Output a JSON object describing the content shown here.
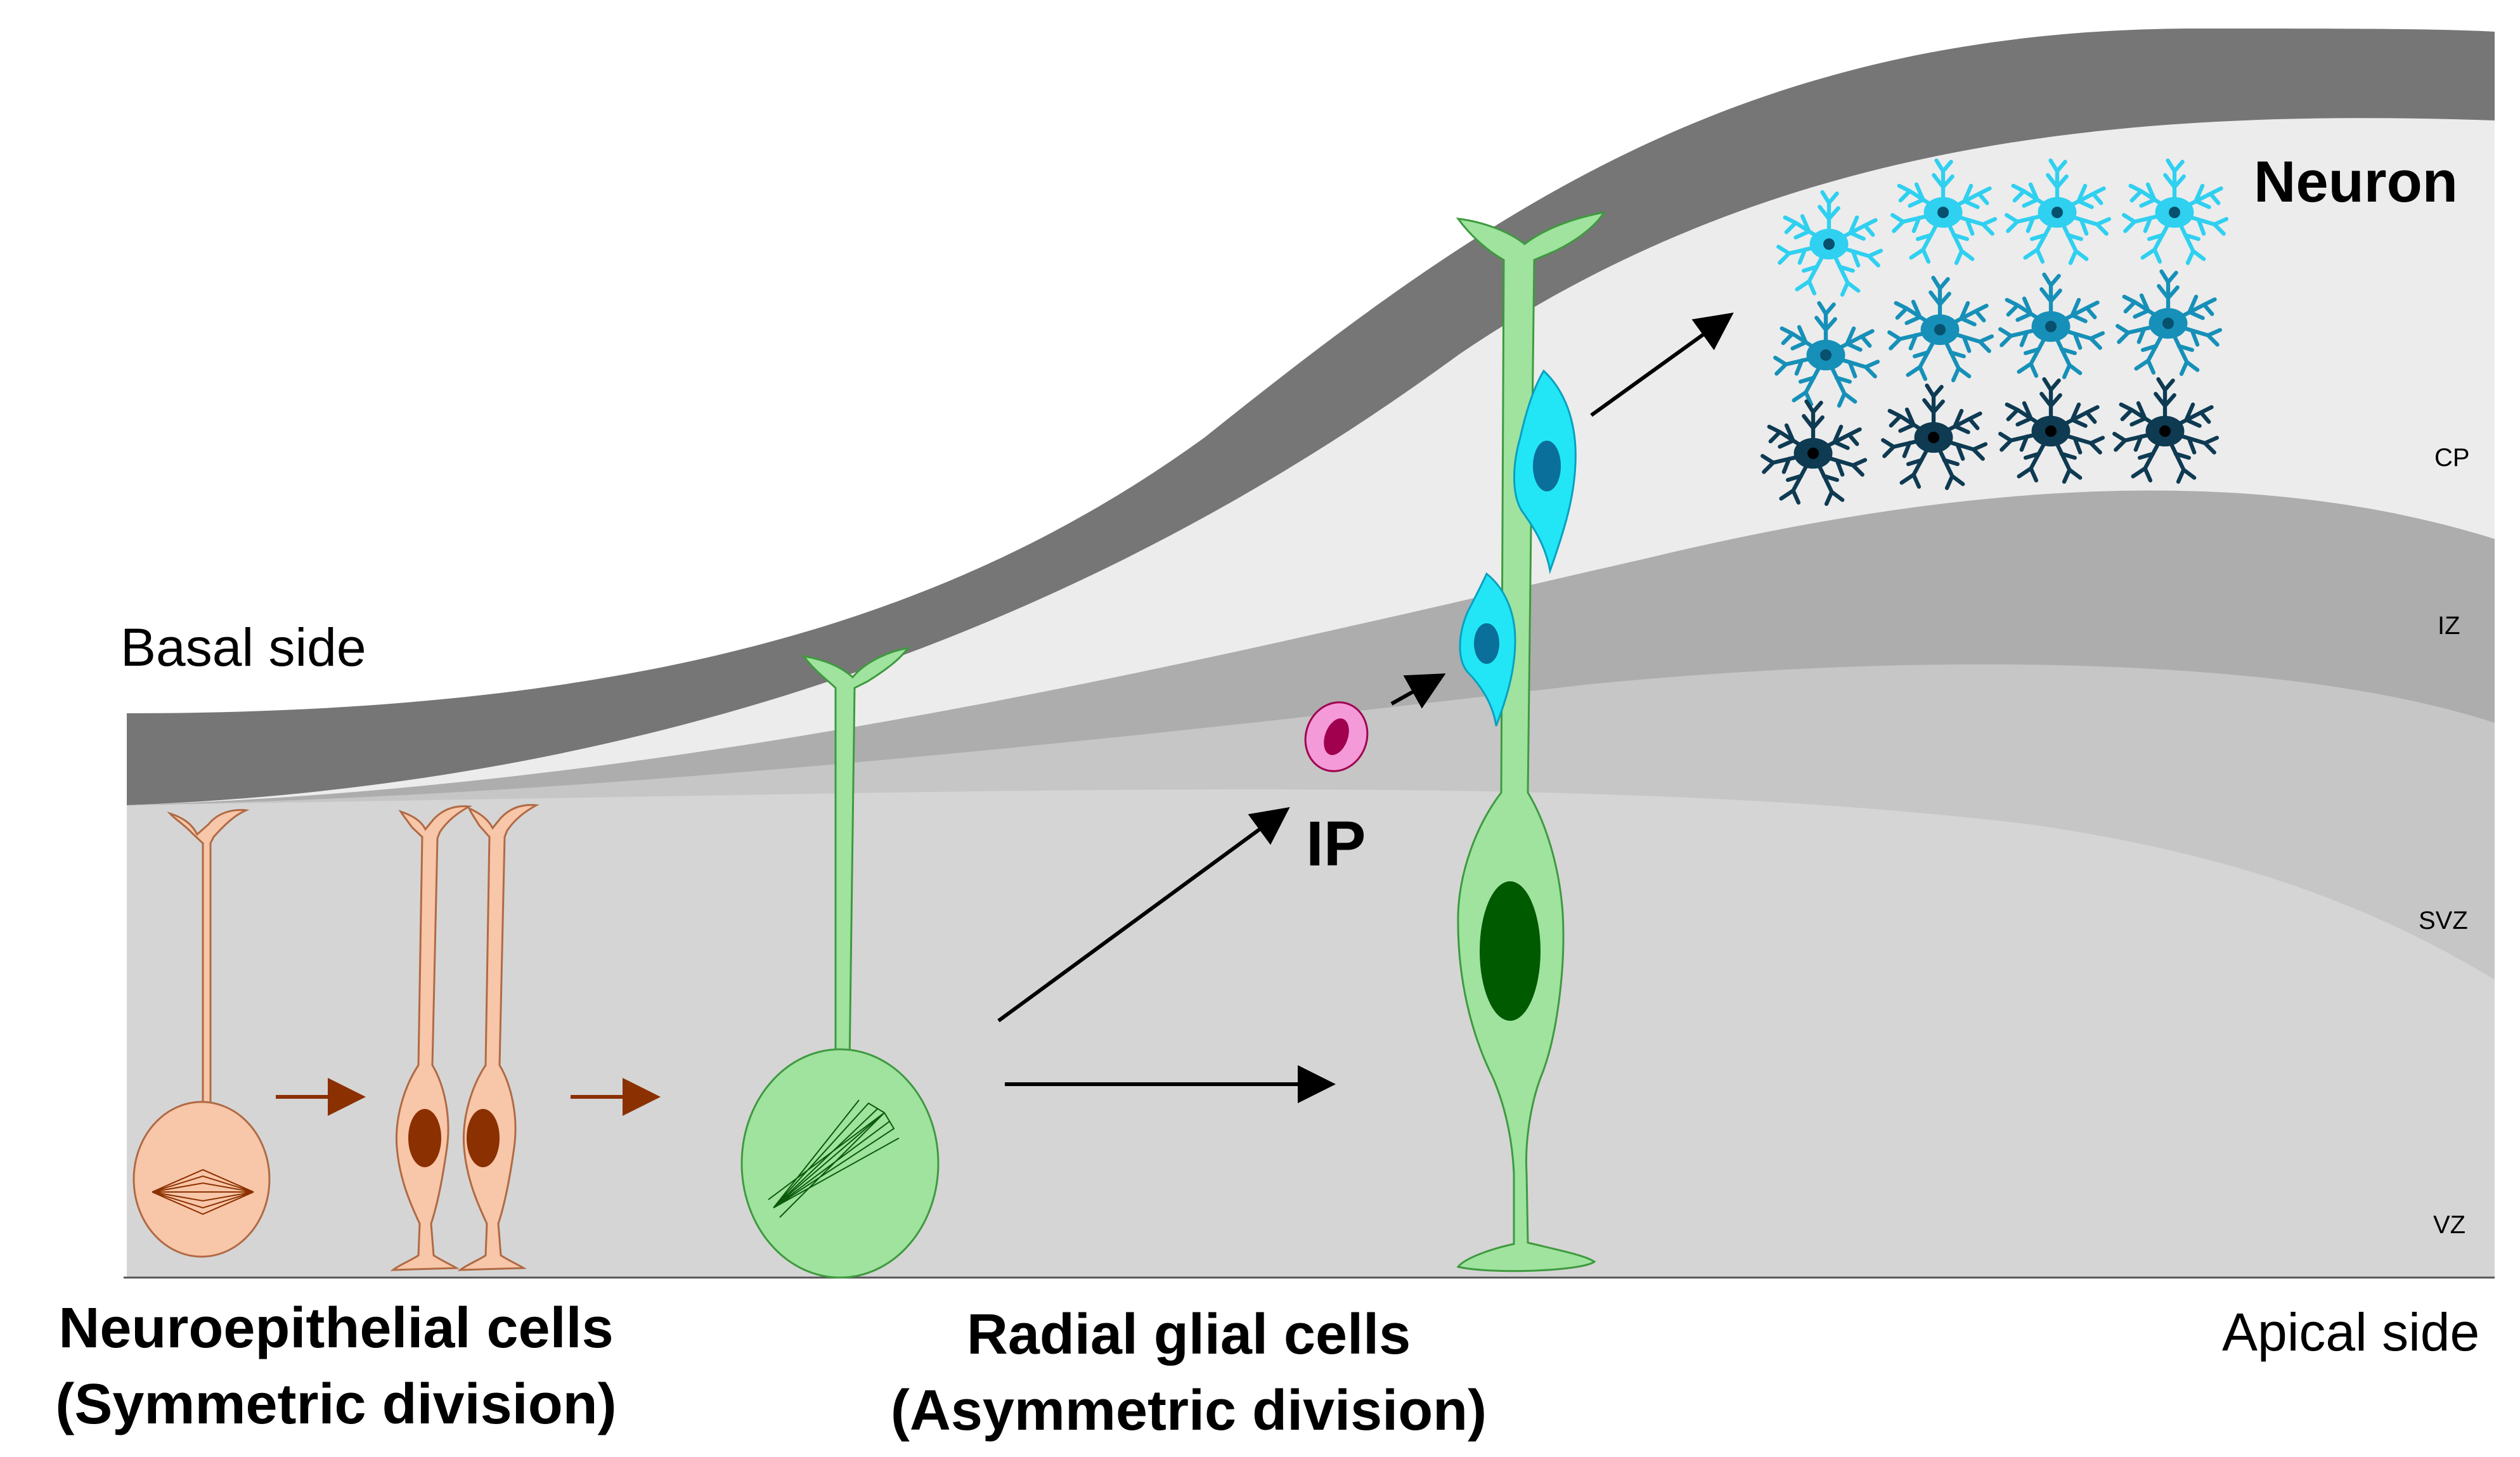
{
  "labels": {
    "basal_side": "Basal side",
    "apical_side": "Apical side",
    "neuron": "Neuron",
    "ip": "IP",
    "layers": {
      "cp": "CP",
      "iz": "IZ",
      "svz": "SVZ",
      "vz": "VZ"
    },
    "neuroepithelial": {
      "line1": "Neuroepithelial cells",
      "line2": "(Symmetric division)"
    },
    "radial_glial": {
      "line1": "Radial glial cells",
      "line2": "(Asymmetric division)"
    }
  },
  "colors": {
    "pial_band": "#767676",
    "cp_zone": "#ececec",
    "iz_zone": "#adadad",
    "svz_zone": "#c6c6c6",
    "vz_zone": "#d5d5d5",
    "neuroepithelial_cell": "#f8c6a8",
    "neuroepithelial_nucleus": "#8b3000",
    "radial_glia": "#9fe39f",
    "radial_glia_nucleus": "#005a00",
    "intermediate_progenitor": "#f49ad8",
    "ip_nucleus": "#a0004e",
    "migrating_neuron": "#22e6f5",
    "migrating_nucleus": "#0a6f9a",
    "neuron_light": "#2fd0f0",
    "neuron_mid": "#1690b8",
    "neuron_dark": "#0e3a52",
    "brown_arrow": "#8b3000",
    "black_arrow": "#000000"
  }
}
